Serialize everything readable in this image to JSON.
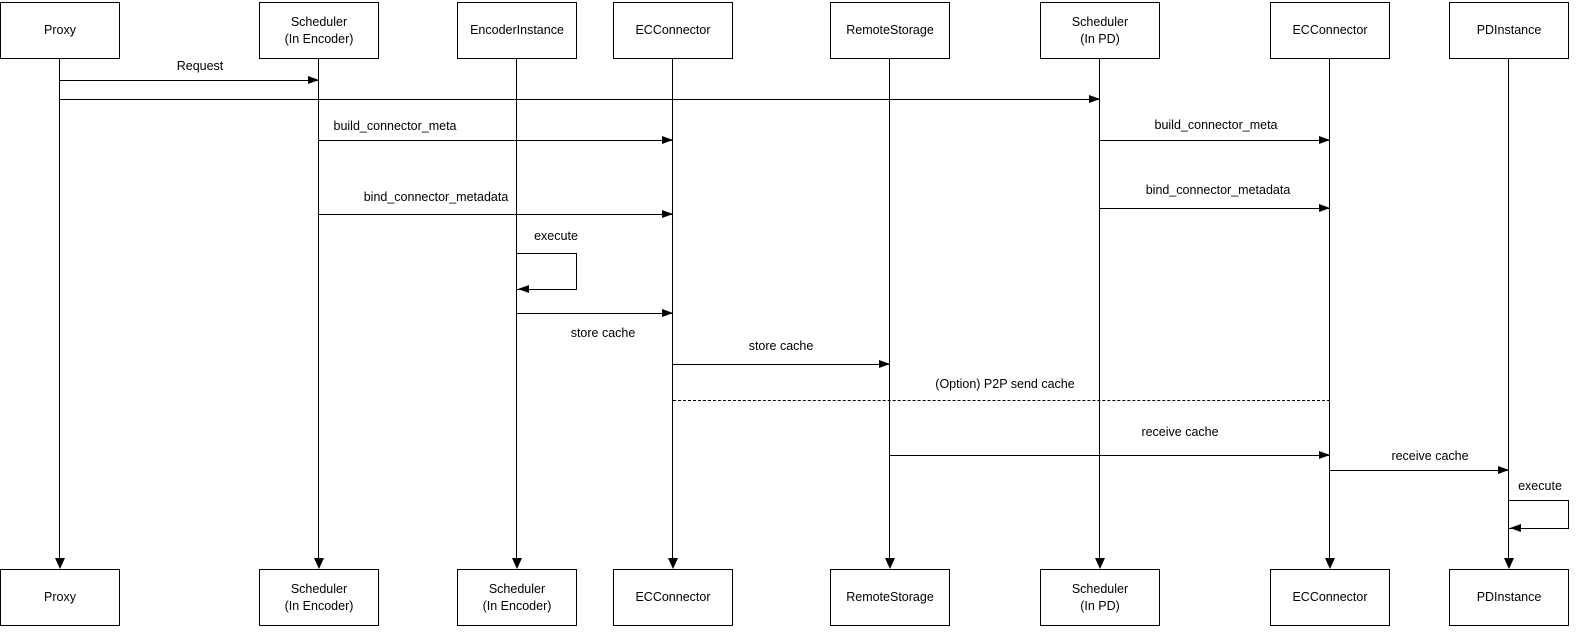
{
  "diagram_type": "sequence",
  "colors": {
    "background": "#ffffff",
    "line": "#000000",
    "box_fill": "#ffffff",
    "box_border": "#000000",
    "text": "#000000"
  },
  "actors": [
    {
      "top_label": "Proxy",
      "bottom_label": "Proxy"
    },
    {
      "top_label": "Scheduler\n(In Encoder)",
      "bottom_label": "Scheduler\n(In Encoder)"
    },
    {
      "top_label": "EncoderInstance",
      "bottom_label": "Scheduler\n(In Encoder)"
    },
    {
      "top_label": "ECConnector",
      "bottom_label": "ECConnector"
    },
    {
      "top_label": "RemoteStorage",
      "bottom_label": "RemoteStorage"
    },
    {
      "top_label": "Scheduler\n(In PD)",
      "bottom_label": "Scheduler\n(In PD)"
    },
    {
      "top_label": "ECConnector",
      "bottom_label": "ECConnector"
    },
    {
      "top_label": "PDInstance",
      "bottom_label": "PDInstance"
    }
  ],
  "messages": [
    {
      "label": "Request",
      "from": "Proxy",
      "to": "Scheduler (In Encoder)",
      "style": "solid-arrow"
    },
    {
      "label": "",
      "from": "Proxy",
      "to": "Scheduler (In PD)",
      "style": "solid-arrow"
    },
    {
      "label": "build_connector_meta",
      "from": "Scheduler (In Encoder)",
      "to": "ECConnector",
      "style": "solid-arrow"
    },
    {
      "label": "build_connector_meta",
      "from": "Scheduler (In PD)",
      "to": "ECConnector",
      "style": "solid-arrow"
    },
    {
      "label": "bind_connector_metadata",
      "from": "Scheduler (In Encoder)",
      "to": "ECConnector",
      "style": "solid-arrow"
    },
    {
      "label": "bind_connector_metadata",
      "from": "Scheduler (In PD)",
      "to": "ECConnector",
      "style": "solid-arrow"
    },
    {
      "label": "execute",
      "from": "EncoderInstance",
      "to": "EncoderInstance",
      "style": "self-loop"
    },
    {
      "label": "store cache",
      "from": "EncoderInstance",
      "to": "ECConnector",
      "style": "solid-arrow"
    },
    {
      "label": "store cache",
      "from": "ECConnector",
      "to": "RemoteStorage",
      "style": "solid-arrow"
    },
    {
      "label": "(Option) P2P send cache",
      "from": "ECConnector",
      "to": "ECConnector (PD)",
      "style": "dashed-no-arrow"
    },
    {
      "label": "receive cache",
      "from": "RemoteStorage",
      "to": "ECConnector",
      "style": "solid-arrow"
    },
    {
      "label": "receive cache",
      "from": "ECConnector",
      "to": "PDInstance",
      "style": "solid-arrow"
    },
    {
      "label": "execute",
      "from": "PDInstance",
      "to": "PDInstance",
      "style": "self-loop"
    }
  ]
}
